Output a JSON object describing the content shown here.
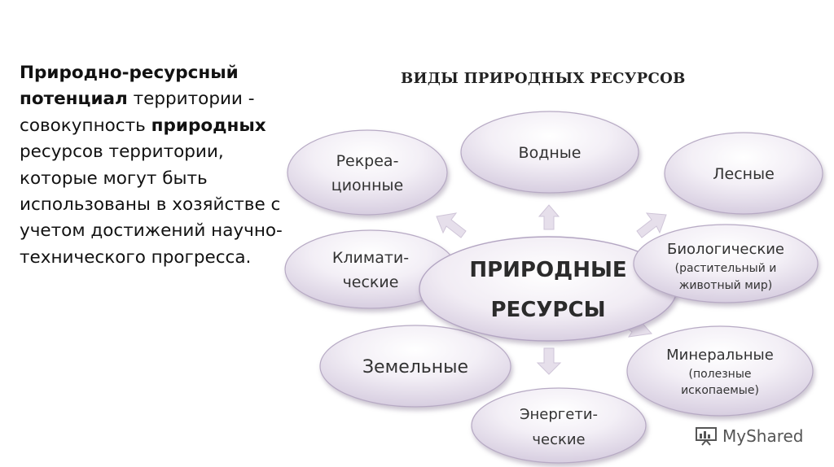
{
  "definition": {
    "term_part1": "Природно-ресурсный",
    "term_part2": "потенциал",
    "text_part1": " территории - совокупность ",
    "term_part3": "природных",
    "text_part2": " ресурсов территории, которые могут быть использованы в хозяйстве с учетом достижений научно-технического прогресса."
  },
  "diagram": {
    "title": "ВИДЫ ПРИРОДНЫХ РЕСУРСОВ",
    "center": {
      "line1": "ПРИРОДНЫЕ",
      "line2": "РЕСУРСЫ"
    },
    "nodes": {
      "vodnye": {
        "line1": "Водные"
      },
      "lesnye": {
        "line1": "Лесные"
      },
      "rekreacionnye": {
        "line1": "Рекреа-",
        "line2": "ционные"
      },
      "klimaticheskie": {
        "line1": "Климати-",
        "line2": "ческие"
      },
      "biologicheskie": {
        "line1": "Биологические",
        "line2": "(растительный и",
        "line3": "животный мир)"
      },
      "zemelnye": {
        "line1": "Земельные"
      },
      "mineralnye": {
        "line1": "Минеральные",
        "line2": "(полезные",
        "line3": "ископаемые)"
      },
      "energeticheskie": {
        "line1": "Энергети-",
        "line2": "ческие"
      }
    },
    "colors": {
      "ellipse_fill_light": "#f6f2f8",
      "ellipse_fill_dark": "#d6cde0",
      "ellipse_stroke": "#b7aac4",
      "arrow_fill": "#e6dfeb"
    }
  },
  "watermark": {
    "text": "MyShared"
  }
}
